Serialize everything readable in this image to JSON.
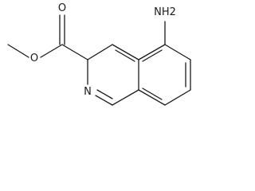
{
  "molecule": {
    "atoms": {
      "amino": "NH2",
      "ring_nitrogen": "N",
      "carbonyl_oxygen": "O",
      "ester_oxygen": "O"
    }
  }
}
